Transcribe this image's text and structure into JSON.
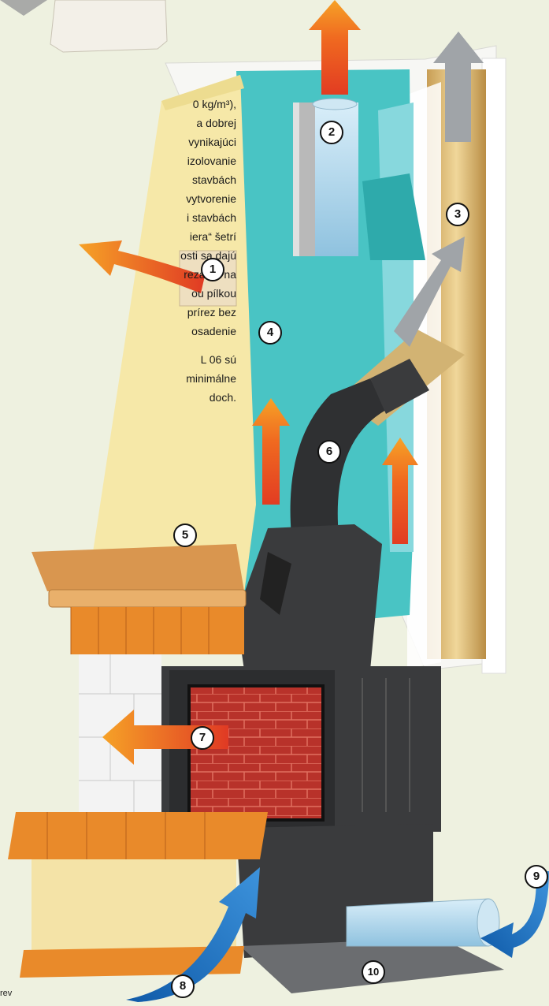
{
  "description_lines": [
    "0 kg/m³),",
    "a dobrej",
    "vynikajúci",
    "izolovanie",
    "stavbách",
    "vytvorenie",
    "i stavbách",
    "iera“ šetrí",
    "osti sa dajú",
    "rezávať na",
    "ou pílkou",
    "prírez bez",
    "osadenie",
    "L 06 sú",
    "minimálne",
    "doch."
  ],
  "caption": "rev",
  "callouts": [
    "1",
    "2",
    "3",
    "4",
    "5",
    "6",
    "7",
    "8",
    "9",
    "10"
  ],
  "colors": {
    "background": "#eef1e0",
    "insulation_board": "#f6e8a8",
    "inner_lining": "#49c4c4",
    "stove_body": "#3a3b3d",
    "firebox_brick": "#c23a2a",
    "orange_brick": "#e98a2a",
    "chimney_pipe": "#e1c279",
    "hot_air_arrow": "#f08a1e",
    "cold_air_arrow": "#1a6fc0",
    "exhaust_arrow": "#a0a4a8"
  }
}
